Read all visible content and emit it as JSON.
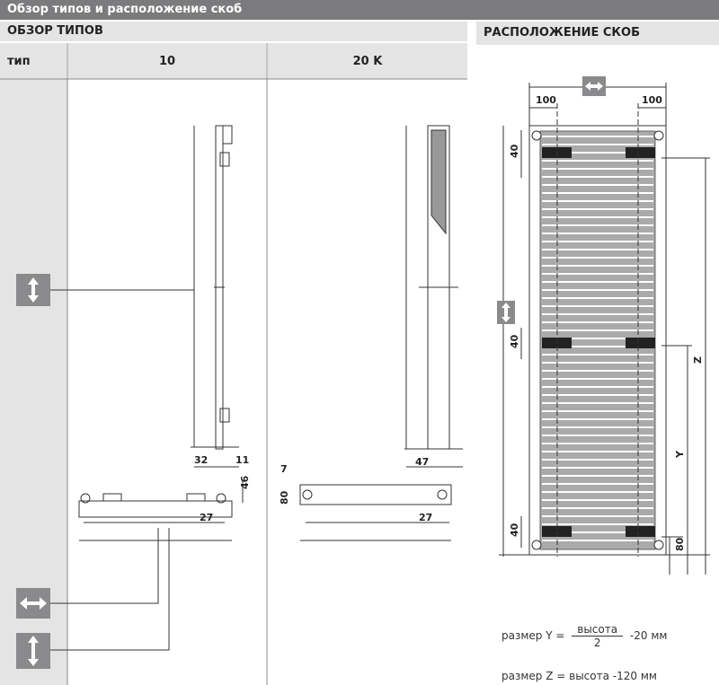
{
  "title": "Обзор типов и расположение скоб",
  "left_section": {
    "heading": "ОБЗОР ТИПОВ",
    "col_type": "тип",
    "col_10": "10",
    "col_20k": "20 K"
  },
  "right_section": {
    "heading": "РАСПОЛОЖЕНИЕ СКОБ"
  },
  "dimensions": {
    "type10": {
      "d32": "32",
      "d11": "11",
      "d46": "46",
      "d27": "27"
    },
    "type20k": {
      "d47": "47",
      "d7": "7",
      "d80": "80",
      "d27": "27"
    },
    "layout": {
      "left100": "100",
      "right100": "100",
      "top40": "40",
      "mid40": "40",
      "bot40": "40",
      "z": "Z",
      "y": "Y",
      "bot80": "80"
    }
  },
  "formulas": {
    "y_prefix": "размер Y =",
    "y_numerator": "высота",
    "y_denominator": "2",
    "y_suffix": "-20  мм",
    "z": "размер Z =  высота -120 мм"
  },
  "colors": {
    "header": "#7b7b7d",
    "panel": "#e4e4e4",
    "icon": "#8a8a8c"
  }
}
